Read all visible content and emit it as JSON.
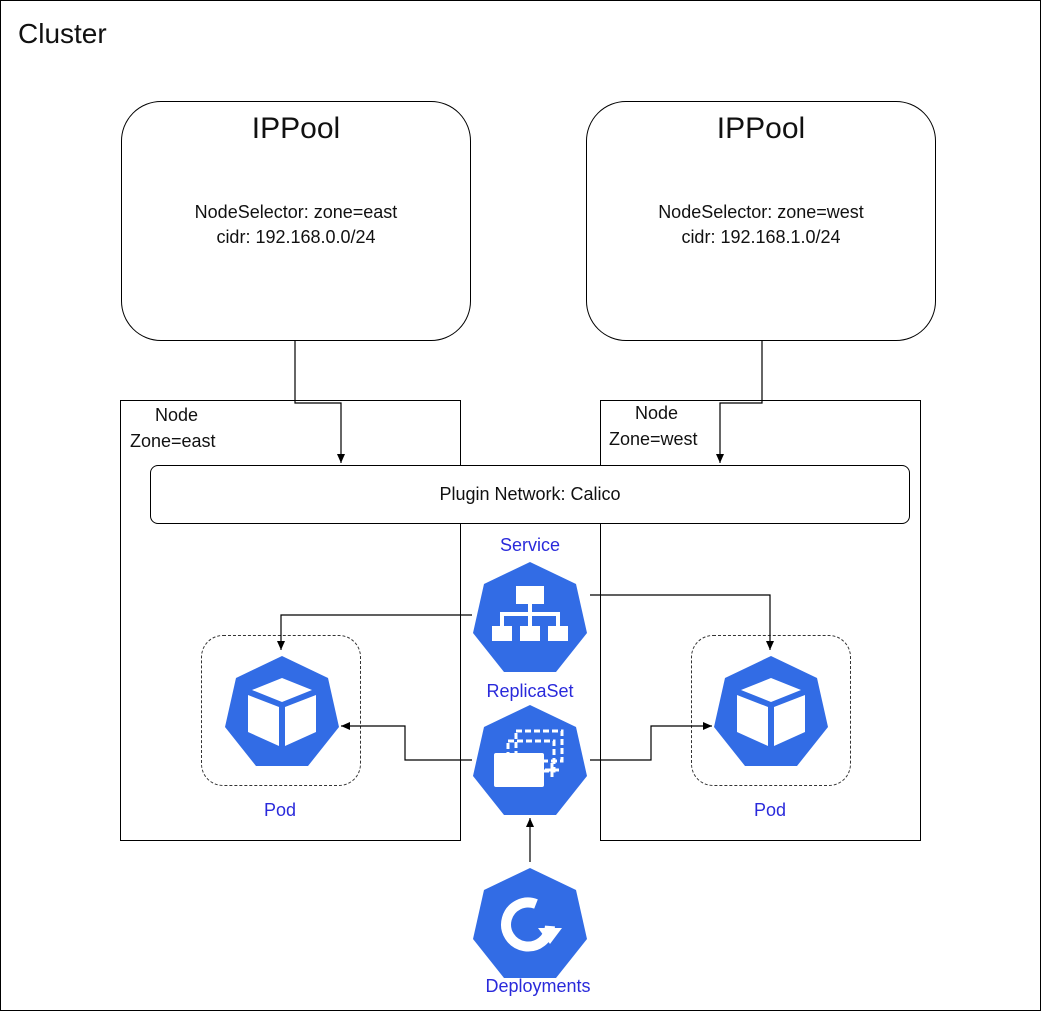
{
  "cluster": {
    "title": "Cluster"
  },
  "ippools": [
    {
      "title": "IPPool",
      "selector": "NodeSelector: zone=east",
      "cidr": "cidr: 192.168.0.0/24"
    },
    {
      "title": "IPPool",
      "selector": "NodeSelector: zone=west",
      "cidr": "cidr: 192.168.1.0/24"
    }
  ],
  "nodes": [
    {
      "line1": "Node",
      "line2": "Zone=east"
    },
    {
      "line1": "Node",
      "line2": "Zone=west"
    }
  ],
  "plugin": {
    "label": "Plugin Network: Calico"
  },
  "resources": {
    "service": "Service",
    "replicaset": "ReplicaSet",
    "pod_left": "Pod",
    "pod_right": "Pod",
    "deployments": "Deployments"
  },
  "colors": {
    "k8s_blue": "#326ce5",
    "label_blue": "#2a2adb",
    "line": "#000000"
  }
}
